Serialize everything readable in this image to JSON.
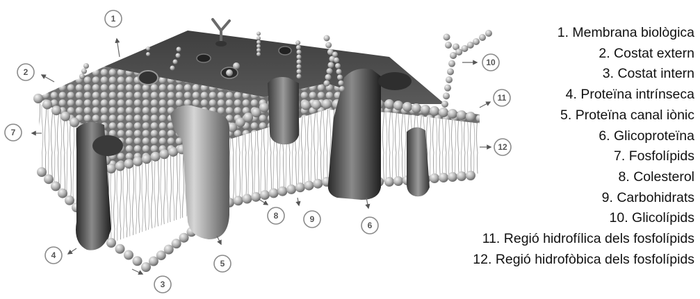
{
  "callouts": [
    "1",
    "2",
    "3",
    "4",
    "5",
    "6",
    "7",
    "8",
    "9",
    "10",
    "11",
    "12"
  ],
  "legend": [
    "1. Membrana biològica",
    "2. Costat extern",
    "3. Costat intern",
    "4. Proteïna intrínseca",
    "5. Proteïna canal iònic",
    "6. Glicoproteïna",
    "7. Fosfolípids",
    "8. Colesterol",
    "9. Carbohidrats",
    "10. Glicolípids",
    "11. Regió hidrofílica dels fosfolípids",
    "12. Regió hidrofòbica dels fosfolípids"
  ]
}
